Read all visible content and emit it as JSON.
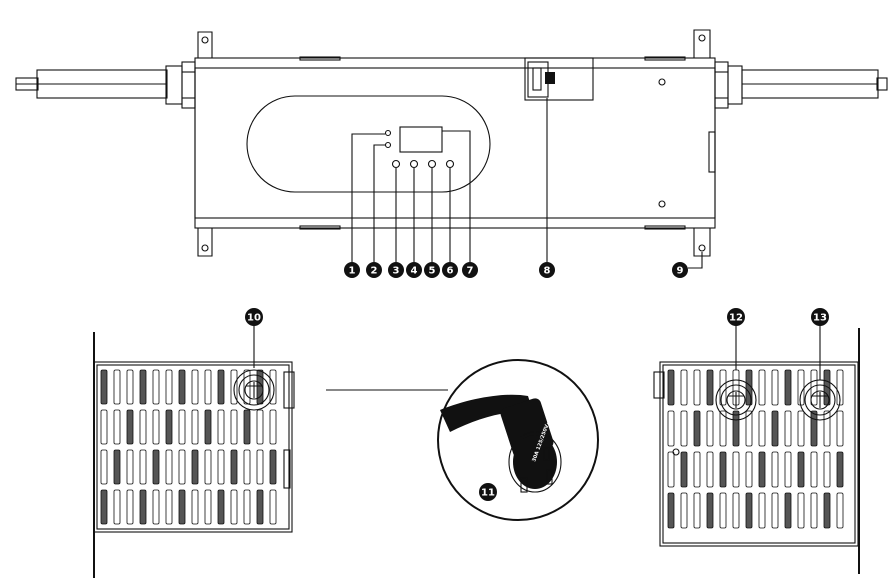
{
  "diagram": {
    "callouts": [
      {
        "label": "1"
      },
      {
        "label": "2"
      },
      {
        "label": "3"
      },
      {
        "label": "4"
      },
      {
        "label": "5"
      },
      {
        "label": "6"
      },
      {
        "label": "7"
      },
      {
        "label": "8"
      },
      {
        "label": "9"
      },
      {
        "label": "10"
      },
      {
        "label": "11"
      },
      {
        "label": "12"
      },
      {
        "label": "13"
      }
    ],
    "plug_rating": "30A 125/250V~"
  }
}
